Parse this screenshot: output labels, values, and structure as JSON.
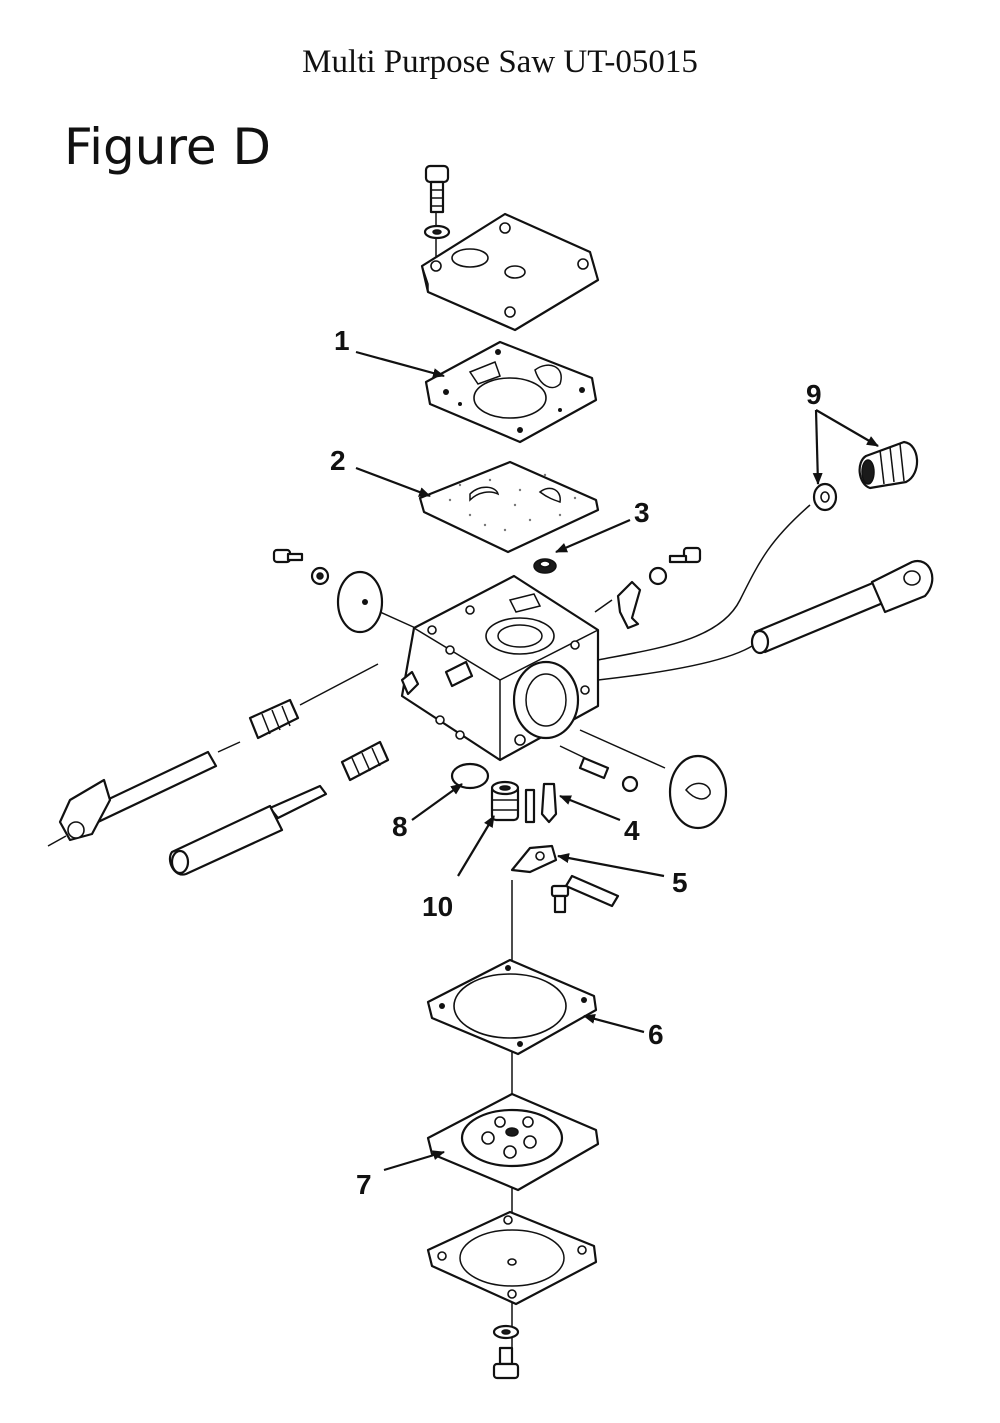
{
  "header": {
    "title": "Multi Purpose Saw UT-05015"
  },
  "figure": {
    "label": "Figure D"
  },
  "callouts": [
    {
      "number": "1"
    },
    {
      "number": "2"
    },
    {
      "number": "3"
    },
    {
      "number": "4"
    },
    {
      "number": "5"
    },
    {
      "number": "6"
    },
    {
      "number": "7"
    },
    {
      "number": "8"
    },
    {
      "number": "9"
    },
    {
      "number": "10"
    }
  ]
}
